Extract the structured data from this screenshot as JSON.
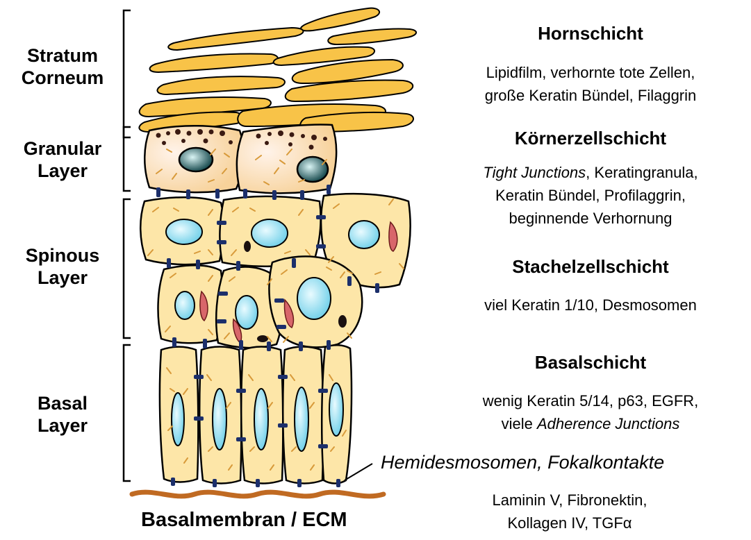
{
  "layers": [
    {
      "line1": "Stratum",
      "line2": "Corneum"
    },
    {
      "line1": "Granular",
      "line2": "Layer"
    },
    {
      "line1": "Spinous",
      "line2": "Layer"
    },
    {
      "line1": "Basal",
      "line2": "Layer"
    }
  ],
  "right": {
    "horn": {
      "title": "Hornschicht",
      "l1": "Lipidfilm, verhornte tote Zellen,",
      "l2": "große Keratin Bündel, Filaggrin"
    },
    "koerner": {
      "title": "Körnerzellschicht",
      "l1_italic": "Tight Junctions",
      "l1_rest": ", Keratingranula,",
      "l2": "Keratin Bündel, Profilaggrin,",
      "l3": "beginnende Verhornung"
    },
    "stachel": {
      "title": "Stachelzellschicht",
      "l1": "viel Keratin 1/10, Desmosomen"
    },
    "basal": {
      "title": "Basalschicht",
      "l1": "wenig Keratin 5/14, p63, EGFR,",
      "l2_prefix": "viele ",
      "l2_italic": "Adherence Junctions"
    }
  },
  "hemi": "Hemidesmosomen, Fokalkontakte",
  "ecm_components": {
    "l1": "Laminin V, Fibronektin,",
    "l2": "Kollagen IV, TGFα"
  },
  "basement": "Basalmembran / ECM",
  "colors": {
    "cell_fill": "#fde6a8",
    "cell_fill_granular": "#fcdcb5",
    "corneum_fill": "#f8c348",
    "nucleus": "#8fdcef",
    "desmosome": "#1c2f6b",
    "mitochondria": "#d8666a",
    "keratin": "#d89a3a",
    "granule": "#3a1a12",
    "membrane": "#c06a22"
  }
}
